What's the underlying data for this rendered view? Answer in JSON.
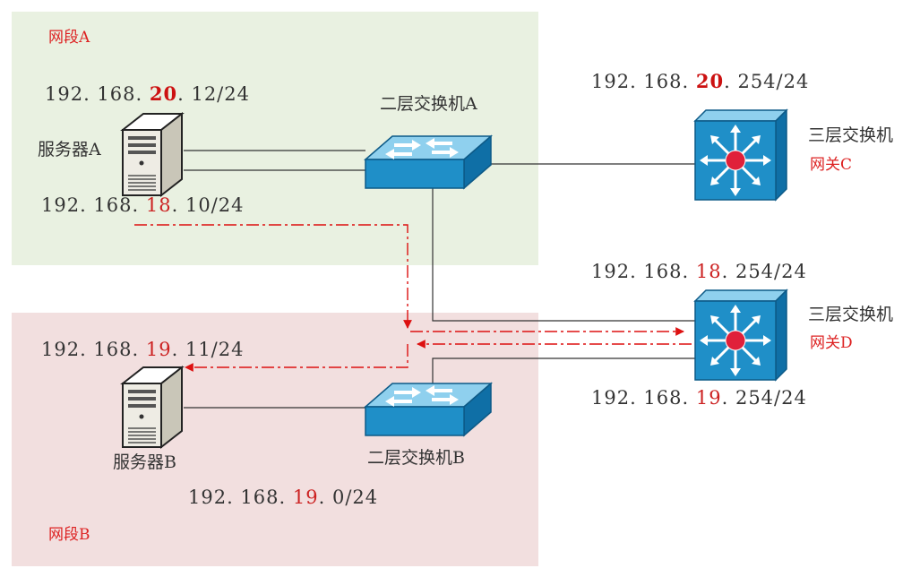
{
  "zones": {
    "a": {
      "label": "网段A"
    },
    "b": {
      "label": "网段B"
    }
  },
  "devices": {
    "server_a": {
      "label": "服务器A"
    },
    "server_b": {
      "label": "服务器B"
    },
    "l2_switch_a": {
      "label": "二层交换机A"
    },
    "l2_switch_b": {
      "label": "二层交换机B"
    },
    "l3_switch_c": {
      "label": "三层交换机",
      "gateway": "网关C"
    },
    "l3_switch_d": {
      "label": "三层交换机",
      "gateway": "网关D"
    }
  },
  "addresses": {
    "server_a_20": {
      "prefix": "192. 168. ",
      "octet": "20",
      "suffix": ". 12/24"
    },
    "server_a_18": {
      "prefix": "192. 168. ",
      "octet": "18",
      "suffix": ". 10/24"
    },
    "server_b_19": {
      "prefix": "192. 168. ",
      "octet": "19",
      "suffix": ". 11/24"
    },
    "net_b_19": {
      "prefix": "192. 168. ",
      "octet": "19",
      "suffix": ". 0/24"
    },
    "gw_c_20": {
      "prefix": "192. 168. ",
      "octet": "20",
      "suffix": ". 254/24"
    },
    "gw_d_18": {
      "prefix": "192. 168. ",
      "octet": "18",
      "suffix": ". 254/24"
    },
    "gw_d_19": {
      "prefix": "192. 168. ",
      "octet": "19",
      "suffix": ". 254/24"
    }
  },
  "colors": {
    "zone_a_bg": "#e9f1e1",
    "zone_b_bg": "#f2dfdf",
    "switch_blue": "#1f8fc8",
    "accent_red": "#cc2222",
    "path_red": "#dd1111"
  }
}
